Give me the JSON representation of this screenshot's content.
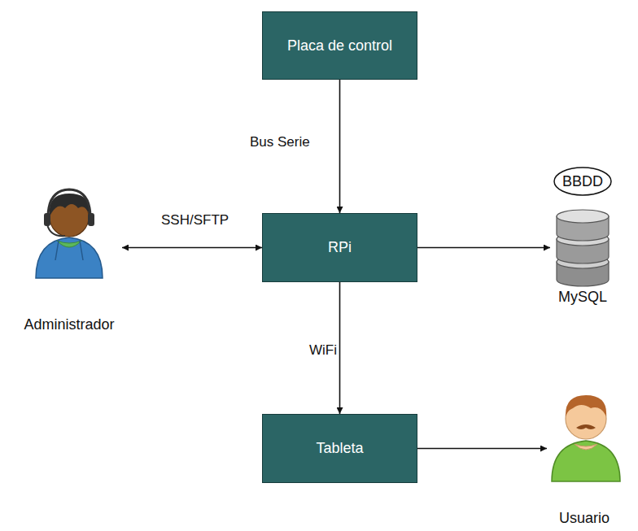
{
  "diagram": {
    "nodes": [
      {
        "text": [
          "Placa de control"
        ]
      },
      {
        "text": [
          "Administrador"
        ]
      },
      {
        "text": [
          "RPi"
        ]
      },
      {
        "text": [
          "BBDD"
        ]
      },
      {
        "text": [
          "MySQL"
        ]
      },
      {
        "text": [
          "Tableta"
        ]
      },
      {
        "text": [
          "Usuario"
        ]
      }
    ],
    "edges": [
      {
        "from": 0,
        "to": 2,
        "label": "Bus Serie",
        "arrow": "to"
      },
      {
        "from": 2,
        "to": 1,
        "label": "SSH/SFTP",
        "arrow": "both"
      },
      {
        "from": 2,
        "to": 4,
        "arrow": "to"
      },
      {
        "from": 2,
        "to": 5,
        "label": "WiFi",
        "arrow": "to"
      },
      {
        "from": 5,
        "to": 6,
        "arrow": "to"
      }
    ]
  }
}
